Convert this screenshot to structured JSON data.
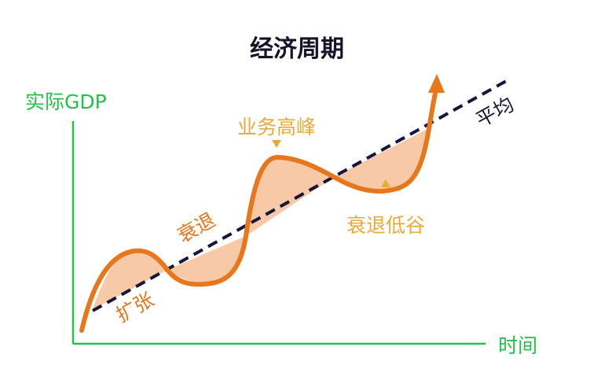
{
  "title": "经济周期",
  "axes": {
    "y_label": "实际GDP",
    "x_label": "时间"
  },
  "trend": {
    "label": "平均"
  },
  "phases": {
    "expansion": "扩张",
    "recession": "衰退",
    "peak": "业务高峰",
    "trough": "衰退低谷"
  },
  "colors": {
    "axis": "#22c24a",
    "curve": "#e8761c",
    "fill": "#f7c9a6",
    "trend": "#16163a",
    "peak_label": "#eba93a",
    "phase_label": "#e8761c",
    "title": "#141428"
  }
}
